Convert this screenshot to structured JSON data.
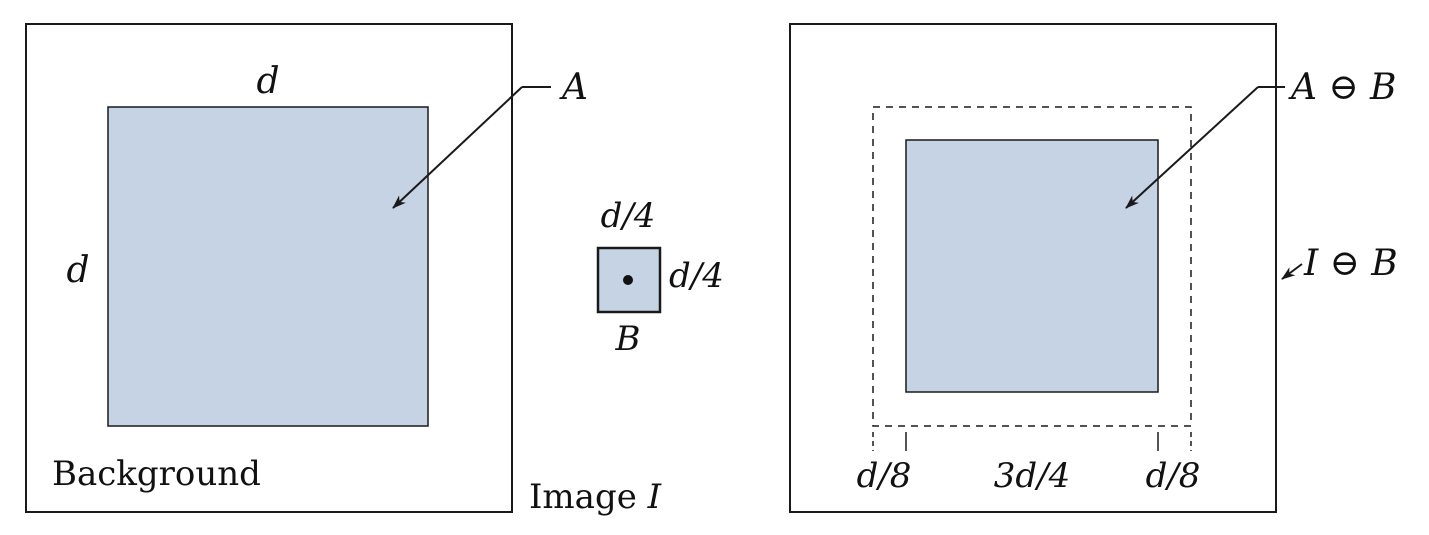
{
  "colors": {
    "region_fill": "#c5d3e5",
    "stroke": "#1a1a1a",
    "background": "#ffffff"
  },
  "left_panel": {
    "set_label": "A",
    "top_dim": "d",
    "left_dim": "d",
    "background_label": "Background",
    "image_label_prefix": "Image ",
    "image_label_var": "I"
  },
  "structuring_element": {
    "top_dim": "d/4",
    "side_dim": "d/4",
    "label": "B"
  },
  "right_panel": {
    "erosion_label": "A ⊖ B",
    "image_erosion_label": "I ⊖ B",
    "dim_left": "d/8",
    "dim_mid": "3d/4",
    "dim_right": "d/8"
  }
}
